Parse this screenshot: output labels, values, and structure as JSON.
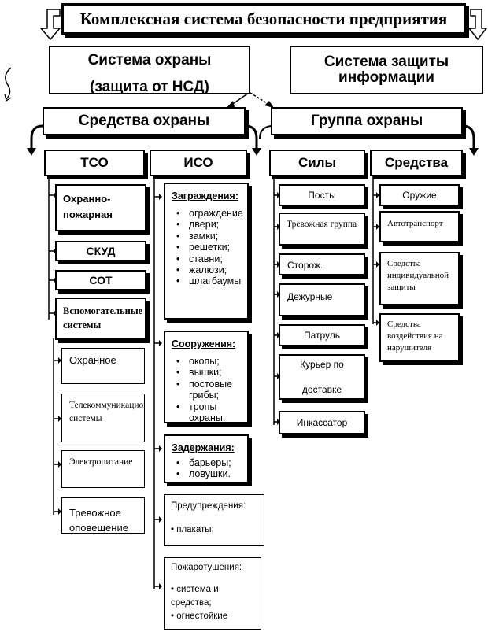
{
  "title": "Комплексная система безопасности предприятия",
  "top_left": {
    "line1": "Система охраны",
    "line2": "(защита от НСД)"
  },
  "top_right": "Система защиты информации",
  "means": "Средства охраны",
  "group": "Группа охраны",
  "tso": "ТСО",
  "iso": "ИСО",
  "forces": "Силы",
  "assets": "Средства",
  "tso_items": {
    "fire_alarm": "Охранно-пожарная",
    "skud": "СКУД",
    "sot": "СОТ",
    "aux": "Вспомогательные системы"
  },
  "aux_items": [
    "Охранное",
    "Телекоммуникационные системы",
    "Электропитание",
    "Тревожное оповещение"
  ],
  "iso_groups": [
    {
      "title": "Заграждения:",
      "items": [
        "ограждение",
        "двери;",
        "замки;",
        "решетки;",
        "ставни;",
        "жалюзи;",
        "шлагбаумы"
      ]
    },
    {
      "title": "Сооружения:",
      "items": [
        "окопы;",
        "вышки;",
        "постовые грибы;",
        "тропы охраны."
      ]
    },
    {
      "title": "Задержания:",
      "items": [
        "барьеры;",
        "ловушки."
      ]
    },
    {
      "title": "Предупреждения:",
      "items": [
        "плакаты;"
      ]
    },
    {
      "title": "Пожаротушения:",
      "items": [
        "система и средства;",
        "огнестойкие"
      ]
    }
  ],
  "forces_items": [
    "Посты",
    "Тревожная группа",
    "Сторож.",
    "Дежурные",
    "Патруль",
    "Курьер по доставке",
    "Инкассатор"
  ],
  "assets_items": [
    "Оружие",
    "Автотранспорт",
    "Средства индивидуальной защиты",
    "Средства воздействия на нарушителя"
  ]
}
